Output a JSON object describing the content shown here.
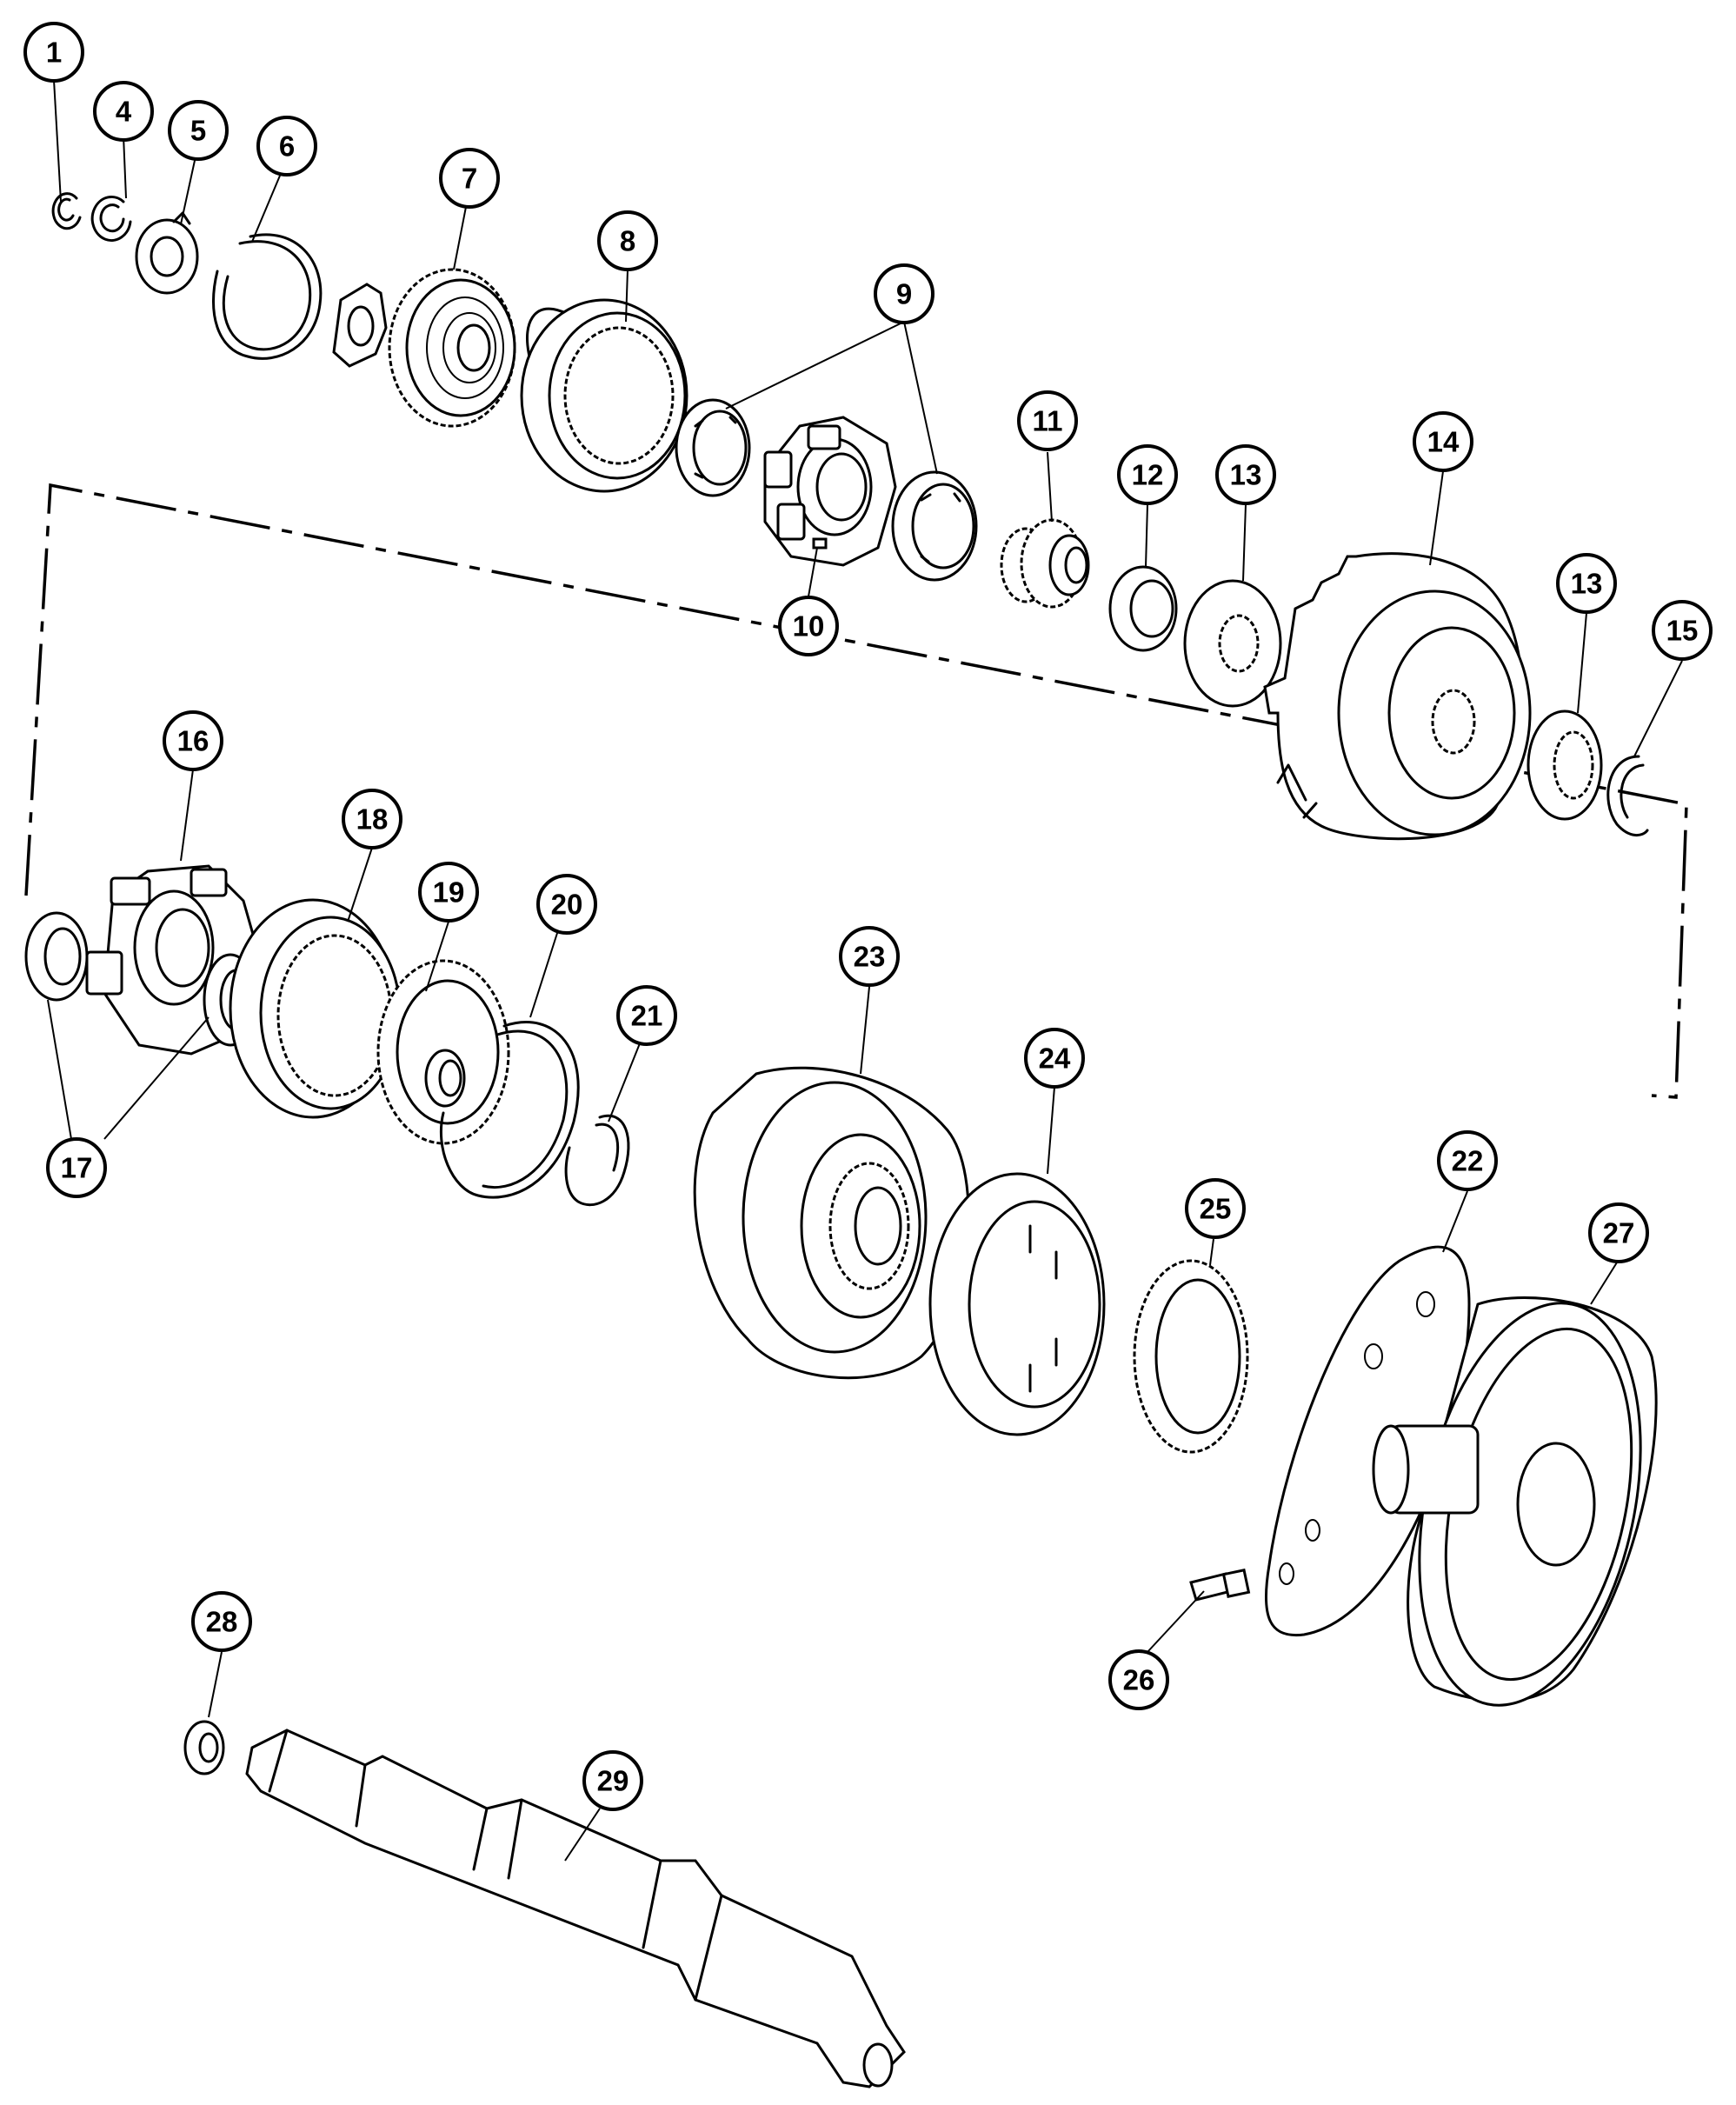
{
  "diagram": {
    "callouts": [
      {
        "id": "c1",
        "label": "1"
      },
      {
        "id": "c4",
        "label": "4"
      },
      {
        "id": "c5",
        "label": "5"
      },
      {
        "id": "c6",
        "label": "6"
      },
      {
        "id": "c7",
        "label": "7"
      },
      {
        "id": "c8",
        "label": "8"
      },
      {
        "id": "c9",
        "label": "9"
      },
      {
        "id": "c10",
        "label": "10"
      },
      {
        "id": "c11",
        "label": "11"
      },
      {
        "id": "c12",
        "label": "12"
      },
      {
        "id": "c13a",
        "label": "13"
      },
      {
        "id": "c14",
        "label": "14"
      },
      {
        "id": "c13b",
        "label": "13"
      },
      {
        "id": "c15",
        "label": "15"
      },
      {
        "id": "c16",
        "label": "16"
      },
      {
        "id": "c18",
        "label": "18"
      },
      {
        "id": "c19",
        "label": "19"
      },
      {
        "id": "c20",
        "label": "20"
      },
      {
        "id": "c21",
        "label": "21"
      },
      {
        "id": "c17",
        "label": "17"
      },
      {
        "id": "c23",
        "label": "23"
      },
      {
        "id": "c24",
        "label": "24"
      },
      {
        "id": "c22",
        "label": "22"
      },
      {
        "id": "c25",
        "label": "25"
      },
      {
        "id": "c27",
        "label": "27"
      },
      {
        "id": "c26",
        "label": "26"
      },
      {
        "id": "c28",
        "label": "28"
      },
      {
        "id": "c29",
        "label": "29"
      }
    ]
  }
}
